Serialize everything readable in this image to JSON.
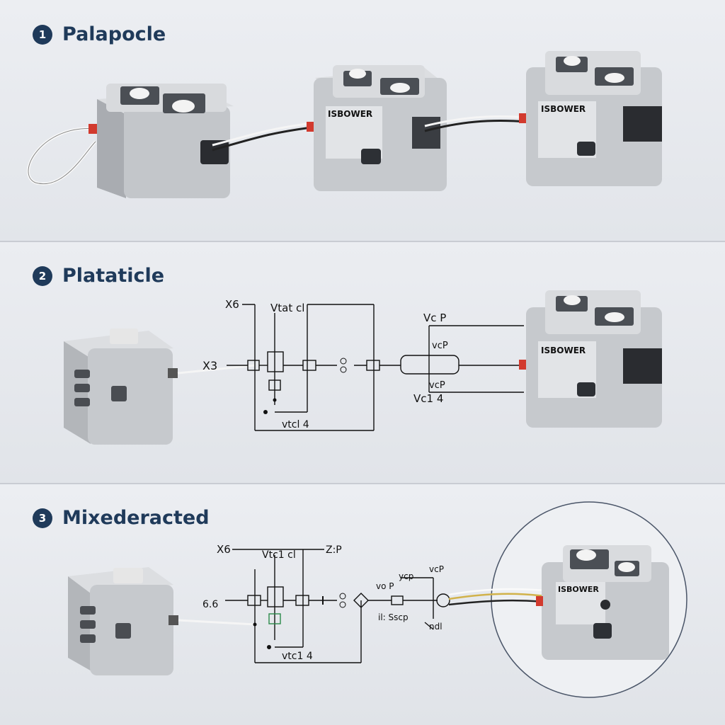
{
  "sections": [
    {
      "number": "1",
      "title": "Palapocle"
    },
    {
      "number": "2",
      "title": "Plataticle"
    },
    {
      "number": "3",
      "title": "Mixederacted"
    }
  ],
  "device_label": "ISBOWER",
  "panel2_labels": {
    "x6": "X6",
    "vtcl_top": "Vtat cl",
    "x3": "X3",
    "vtcl_bottom": "vtcl 4",
    "vcp": "Vc P",
    "vcp_small": "vcP",
    "vcp_lower": "vcP",
    "vc14": "Vc1 4"
  },
  "panel3_labels": {
    "x6": "X6",
    "vtcl_top": "Vtc1 cl",
    "z": "Z:P",
    "val_66": "6.6",
    "vtcl_bottom": "vtc1 4",
    "vop": "vo P",
    "ycp": "ycp",
    "vcp": "vcP",
    "iscp": "il: Sscp",
    "ndl": "ndl"
  },
  "colors": {
    "heading": "#1f3a5a",
    "device": "#c8cacd",
    "wire_accent": "#d23a2e"
  }
}
